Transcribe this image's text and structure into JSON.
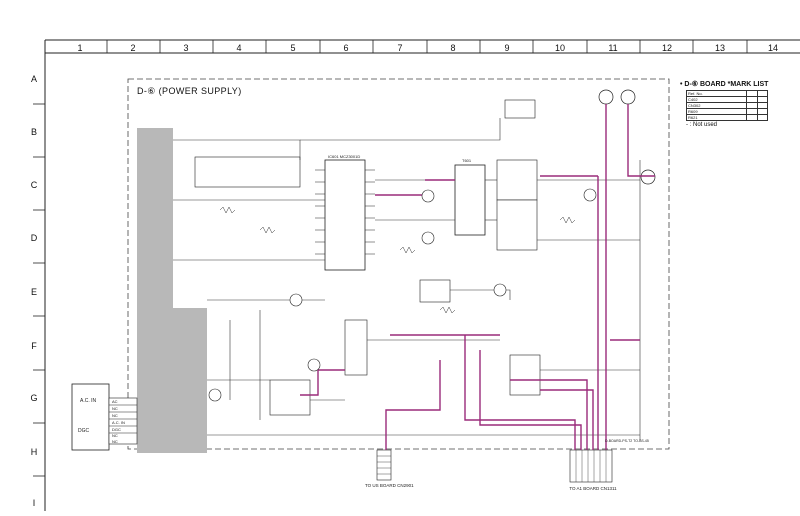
{
  "grid": {
    "columns": [
      "1",
      "2",
      "3",
      "4",
      "5",
      "6",
      "7",
      "8",
      "9",
      "10",
      "11",
      "12",
      "13",
      "14"
    ],
    "rows": [
      "A",
      "B",
      "C",
      "D",
      "E",
      "F",
      "G",
      "H",
      "I"
    ]
  },
  "board_title": "D-⑥ (POWER SUPPLY)",
  "mark_list": {
    "heading": "• D-⑥ BOARD *MARK LIST",
    "rows": [
      [
        "Ref. No.",
        "",
        ""
      ],
      [
        "C402",
        "",
        ""
      ],
      [
        "CN302",
        "",
        ""
      ],
      [
        "R609",
        "",
        ""
      ],
      [
        "R621",
        "",
        ""
      ]
    ],
    "note": "- : Not used"
  },
  "labels": {
    "ac_in": "A.C. IN",
    "ac_rows": [
      "AC",
      "NC",
      "NC",
      "A.C. IN"
    ],
    "dgc_rows": [
      "DGC",
      "NC",
      "NC"
    ],
    "dgc_block": "DGC",
    "connector_bottom_left": "TO US BOARD\nCN2901",
    "connector_bottom_right": "TO A1 BOARD\nCN1311",
    "ic_main": "IC601\nMCZ3001D",
    "transformer": "T601",
    "bottom_note": "D-BOARD-PS-T2 TO-BS-45"
  },
  "colors": {
    "wire": "#333333",
    "highlight": "#9a2b7a",
    "shaded_block": "#b8b8b8",
    "background": "#ffffff"
  }
}
